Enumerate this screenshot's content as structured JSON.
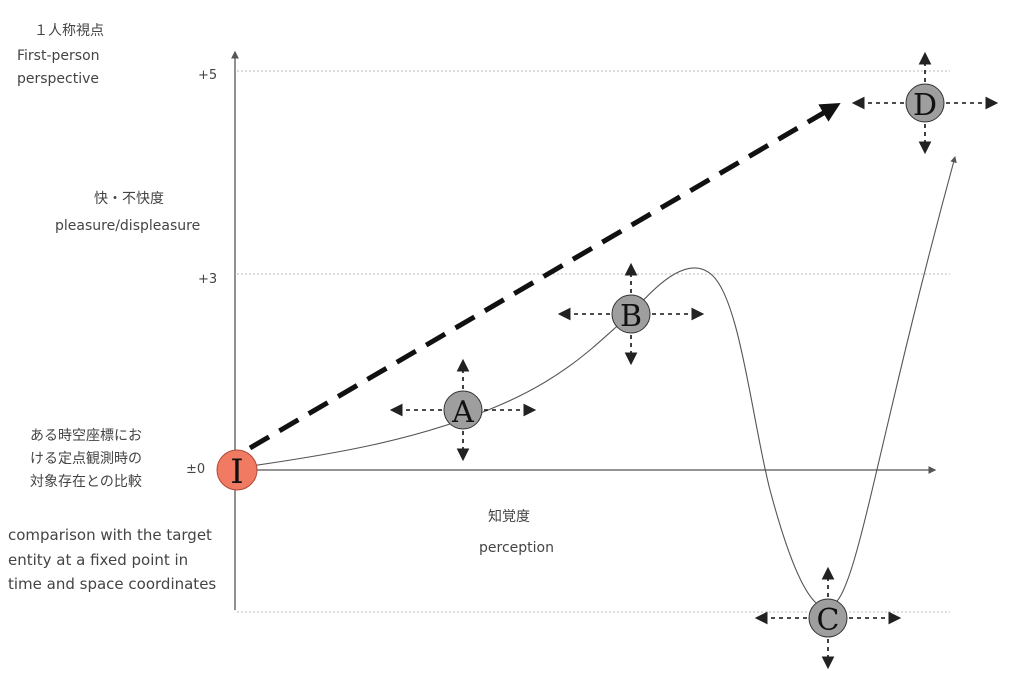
{
  "perspective": {
    "jp": "１人称視点",
    "en_line1": "First-person",
    "en_line2": "perspective"
  },
  "y_axis": {
    "jp": "快・不快度",
    "en": "pleasure/displeasure",
    "ticks": [
      "+5",
      "+3",
      "±0"
    ]
  },
  "x_axis": {
    "jp": "知覚度",
    "en": "perception"
  },
  "comparison": {
    "jp_lines": [
      "ある時空座標にお",
      "ける定点観測時の",
      "対象存在との比較"
    ],
    "en_lines": [
      "comparison with the target",
      "entity at a fixed point in",
      "time and space coordinates"
    ]
  },
  "nodes": {
    "origin": "I",
    "a": "A",
    "b": "B",
    "c": "C",
    "d": "D"
  },
  "colors": {
    "origin": "#f07a62",
    "node": "#9e9e9e",
    "axis": "#555555"
  }
}
